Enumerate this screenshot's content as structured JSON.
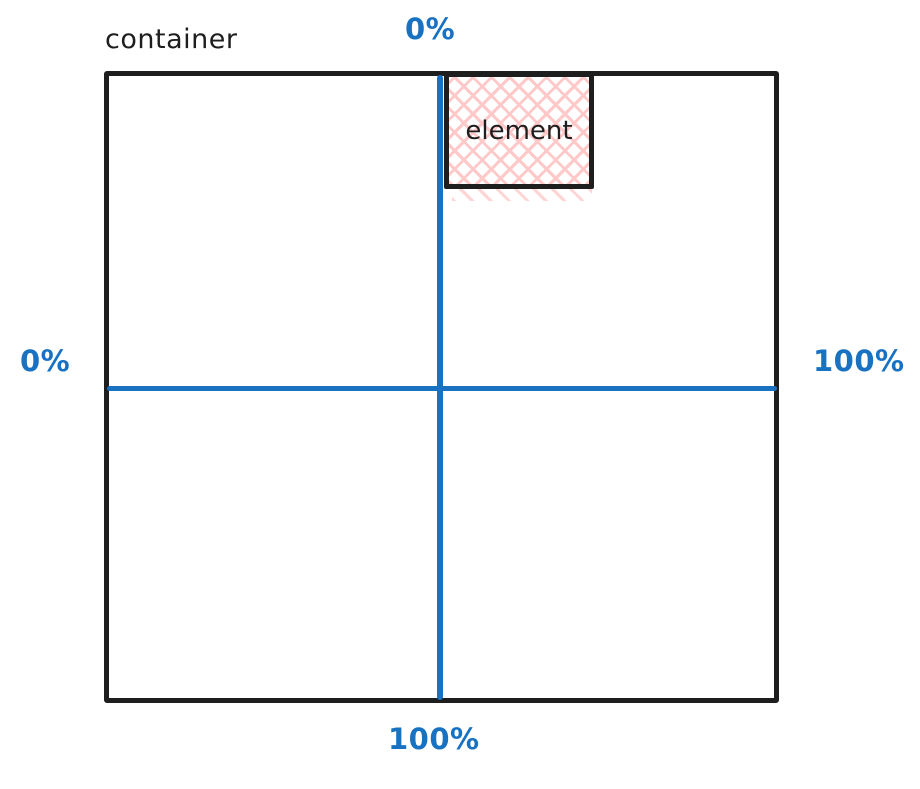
{
  "labels": {
    "container": "container",
    "element": "element"
  },
  "axes": {
    "horizontal": {
      "start_label": "0%",
      "end_label": "100%"
    },
    "vertical": {
      "start_label": "0%",
      "end_label": "100%"
    }
  },
  "colors": {
    "stroke_black": "#1e1e1e",
    "axis_blue": "#1971c2",
    "element_hatch_pink": "#ffc9c9",
    "background": "#ffffff"
  }
}
